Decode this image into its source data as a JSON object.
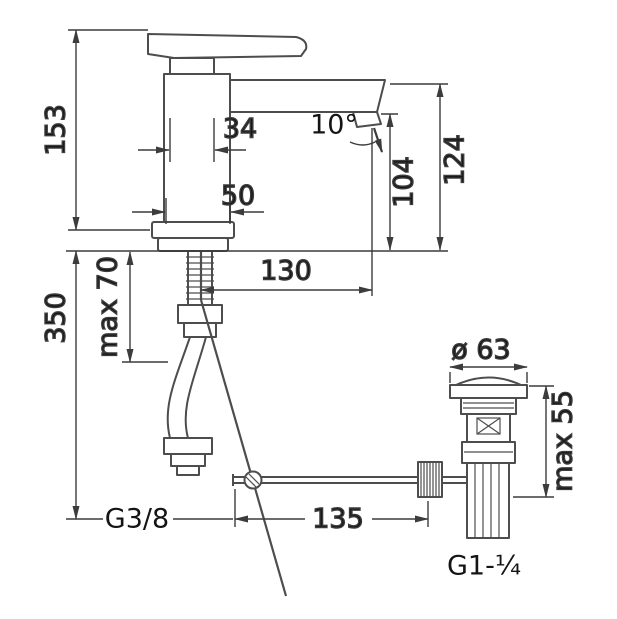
{
  "page": {
    "background": "#ffffff",
    "type": "technical-dimension-drawing",
    "subject": "single-lever basin mixer faucet with pop-up waste"
  },
  "colors": {
    "geometry_line": "#4d4d4d",
    "dimension_line": "#3c3c3c",
    "text": "#141414"
  },
  "labels": {
    "total_height": "153",
    "neck_width": "34",
    "aerator_angle": "10°",
    "outlet_height": "104",
    "spout_top_height": "124",
    "body_width": "50",
    "spout_reach": "130",
    "max_deck_thickness": "max 70",
    "supply_length": "350",
    "waste_diameter": "ø 63",
    "waste_max_height": "max 55",
    "rod_length": "135",
    "supply_thread": "G3/8",
    "waste_thread": "G1-¼"
  }
}
